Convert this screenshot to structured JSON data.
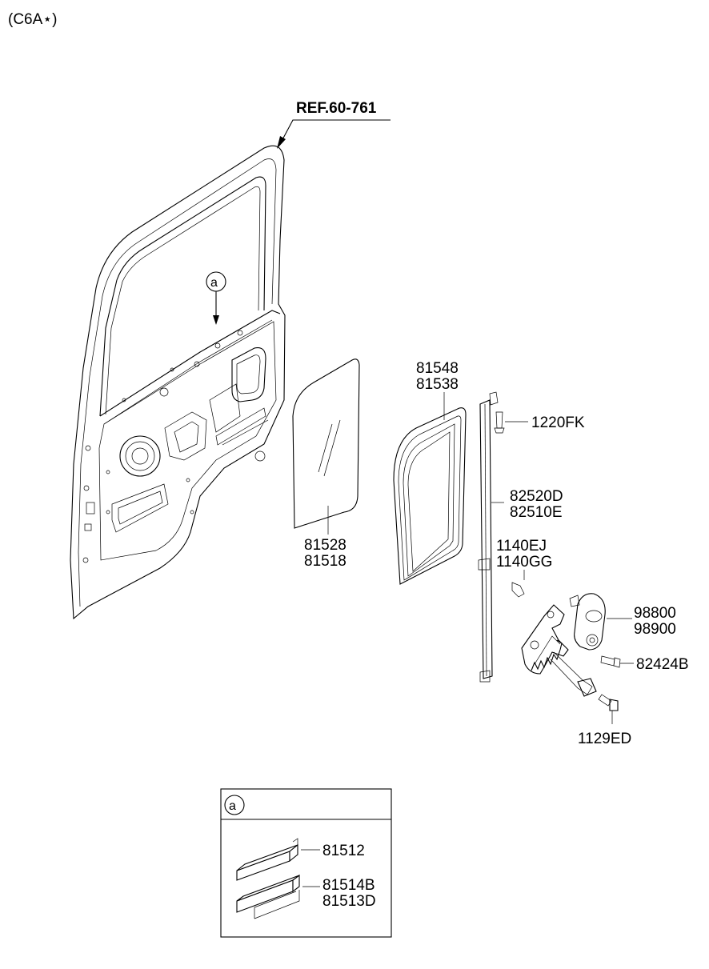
{
  "header": {
    "code": "(C6A⋆)"
  },
  "ref_label": "REF.60-761",
  "callout_symbol": "a",
  "parts": {
    "glass": [
      "81528",
      "81518"
    ],
    "run_channel": [
      "81548",
      "81538"
    ],
    "screw_top": "1220FK",
    "guide_rail": [
      "82520D",
      "82510E"
    ],
    "bolt_rail": [
      "1140EJ",
      "1140GG"
    ],
    "regulator": [
      "98800",
      "98900"
    ],
    "bolt_regulator": "82424B",
    "bolt_lower": "1129ED"
  },
  "detail_box": {
    "symbol": "a",
    "items": [
      "81512",
      "81514B",
      "81513D"
    ]
  }
}
